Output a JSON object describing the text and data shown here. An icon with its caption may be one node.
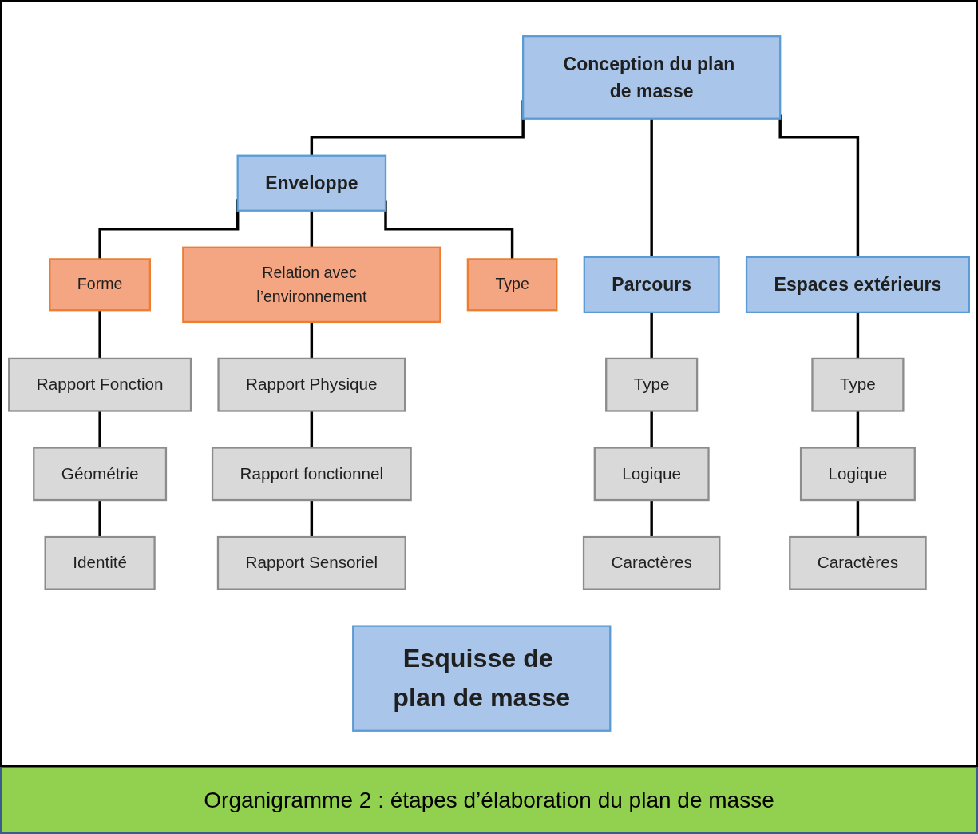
{
  "diagram": {
    "caption": "Organigramme 2 : étapes d’élaboration du plan de masse",
    "nodes": [
      {
        "text": [
          "Conception du plan de masse"
        ]
      },
      {
        "text": [
          "Enveloppe"
        ]
      },
      {
        "text": [
          "Parcours"
        ]
      },
      {
        "text": [
          "Espaces extérieurs"
        ]
      },
      {
        "text": [
          "Type"
        ]
      },
      {
        "text": [
          "Forme"
        ]
      },
      {
        "text": [
          "Relation avec l’environnement"
        ]
      },
      {
        "text": [
          "Rapport Fonction"
        ]
      },
      {
        "text": [
          "Géométrie"
        ]
      },
      {
        "text": [
          "Identité"
        ]
      },
      {
        "text": [
          "Rapport Physique"
        ]
      },
      {
        "text": [
          "Rapport fonctionnel"
        ]
      },
      {
        "text": [
          "Rapport Sensoriel"
        ]
      },
      {
        "text": [
          "Type"
        ]
      },
      {
        "text": [
          "Logique"
        ]
      },
      {
        "text": [
          "Caractères"
        ]
      },
      {
        "text": [
          "Type"
        ]
      },
      {
        "text": [
          "Logique"
        ]
      },
      {
        "text": [
          "Caractères"
        ]
      },
      {
        "text": [
          "Esquisse de plan de masse"
        ]
      }
    ],
    "edges": [
      {
        "from": 0,
        "to": 1,
        "arrow": "none"
      },
      {
        "from": 0,
        "to": 2,
        "arrow": "none"
      },
      {
        "from": 0,
        "to": 3,
        "arrow": "none"
      },
      {
        "from": 1,
        "to": 4,
        "arrow": "none"
      },
      {
        "from": 1,
        "to": 5,
        "arrow": "none"
      },
      {
        "from": 1,
        "to": 6,
        "arrow": "none"
      },
      {
        "from": 5,
        "to": 7,
        "arrow": "none"
      },
      {
        "from": 7,
        "to": 8,
        "arrow": "none"
      },
      {
        "from": 8,
        "to": 9,
        "arrow": "none"
      },
      {
        "from": 6,
        "to": 10,
        "arrow": "none"
      },
      {
        "from": 10,
        "to": 11,
        "arrow": "none"
      },
      {
        "from": 11,
        "to": 12,
        "arrow": "none"
      },
      {
        "from": 2,
        "to": 13,
        "arrow": "none"
      },
      {
        "from": 13,
        "to": 14,
        "arrow": "none"
      },
      {
        "from": 14,
        "to": 15,
        "arrow": "none"
      },
      {
        "from": 3,
        "to": 16,
        "arrow": "none"
      },
      {
        "from": 16,
        "to": 17,
        "arrow": "none"
      },
      {
        "from": 17,
        "to": 18,
        "arrow": "none"
      }
    ]
  }
}
